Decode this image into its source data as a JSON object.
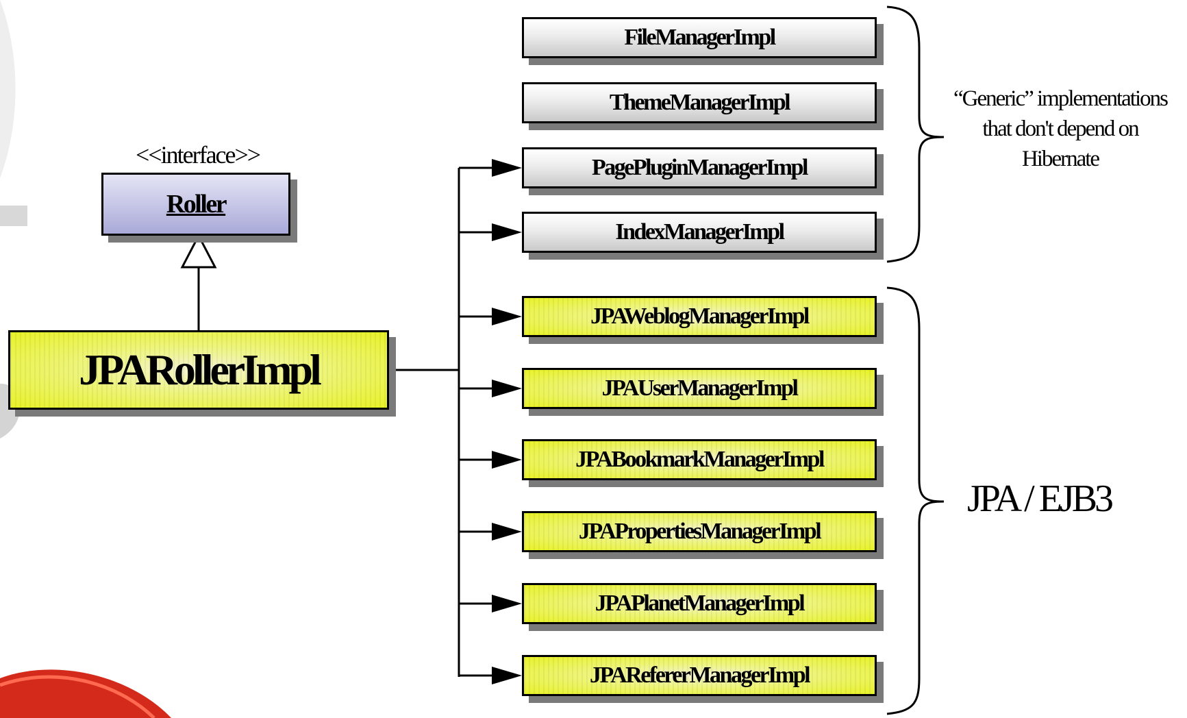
{
  "interface": {
    "stereotype": "<<interface>>",
    "name": "Roller"
  },
  "implementation": {
    "name": "JPARollerImpl"
  },
  "generic_managers": [
    "FileManagerImpl",
    "ThemeManagerImpl",
    "PagePluginManagerImpl",
    "IndexManagerImpl"
  ],
  "jpa_managers": [
    "JPAWeblogManagerImpl",
    "JPAUserManagerImpl",
    "JPABookmarkManagerImpl",
    "JPAPropertiesManagerImpl",
    "JPAPlanetManagerImpl",
    "JPARefererManagerImpl"
  ],
  "notes": {
    "generic": [
      "“Generic” implementations",
      "that don't depend on",
      "Hibernate"
    ],
    "jpa": "JPA / EJB3"
  },
  "colors": {
    "generic_fill": "#dcdcdc",
    "jpa_fill": "#e8f226",
    "interface_fill": "#b8b8e0",
    "shadow": "#7a7a7a"
  }
}
